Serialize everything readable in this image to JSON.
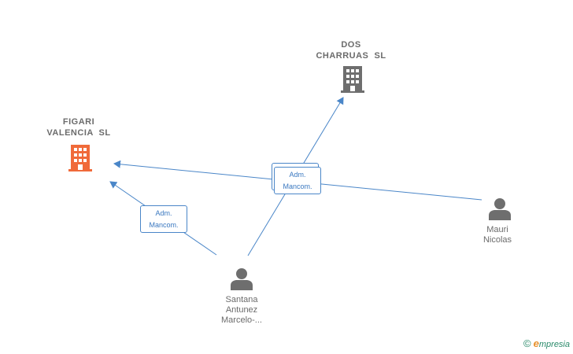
{
  "nodes": {
    "figari": {
      "line1": "FIGARI",
      "line2": "VALENCIA  SL",
      "color": "#f06a3a"
    },
    "dos": {
      "line1": "DOS",
      "line2": "CHARRUAS  SL",
      "color": "#6e6e6e"
    },
    "santana": {
      "line1": "Santana",
      "line2": "Antunez",
      "line3": "Marcelo-..."
    },
    "mauri": {
      "line1": "Mauri",
      "line2": "Nicolas"
    }
  },
  "edge_labels": {
    "center": {
      "line1": "Adm.",
      "line2": "Mancom."
    },
    "left": {
      "line1": "Adm.",
      "line2": "Mancom."
    }
  },
  "brand": {
    "copyright": "©",
    "e": "e",
    "rest": "mpresia"
  },
  "colors": {
    "edge": "#4a86c8",
    "person": "#6e6e6e"
  }
}
